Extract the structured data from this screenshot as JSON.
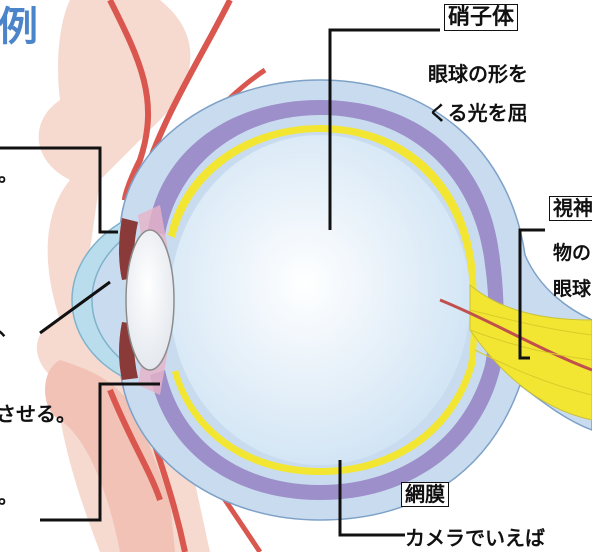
{
  "title_fragment": "例",
  "labels": {
    "vitreous": {
      "name": "硝子体",
      "desc1": "眼球の形を",
      "desc2": "くる光を屈"
    },
    "optic_nerve": {
      "name": "視神",
      "desc1": "物の",
      "desc2": "眼球"
    },
    "retina": {
      "name": "網膜",
      "desc1": "カメラでいえば"
    }
  },
  "left_fragments": {
    "f1": "。",
    "f2": "、",
    "f3": "させる。",
    "f4": "。"
  },
  "colors": {
    "title": "#4b84c9",
    "sclera": "#c9dcef",
    "choroid": "#9d8fca",
    "retina": "#f2e632",
    "vitreous": "#dcecf8",
    "cornea": "#b9ddec",
    "eyelid_skin": "#f3c9bd",
    "eyelid_red": "#d9574f",
    "nerve": "#f2e632"
  }
}
